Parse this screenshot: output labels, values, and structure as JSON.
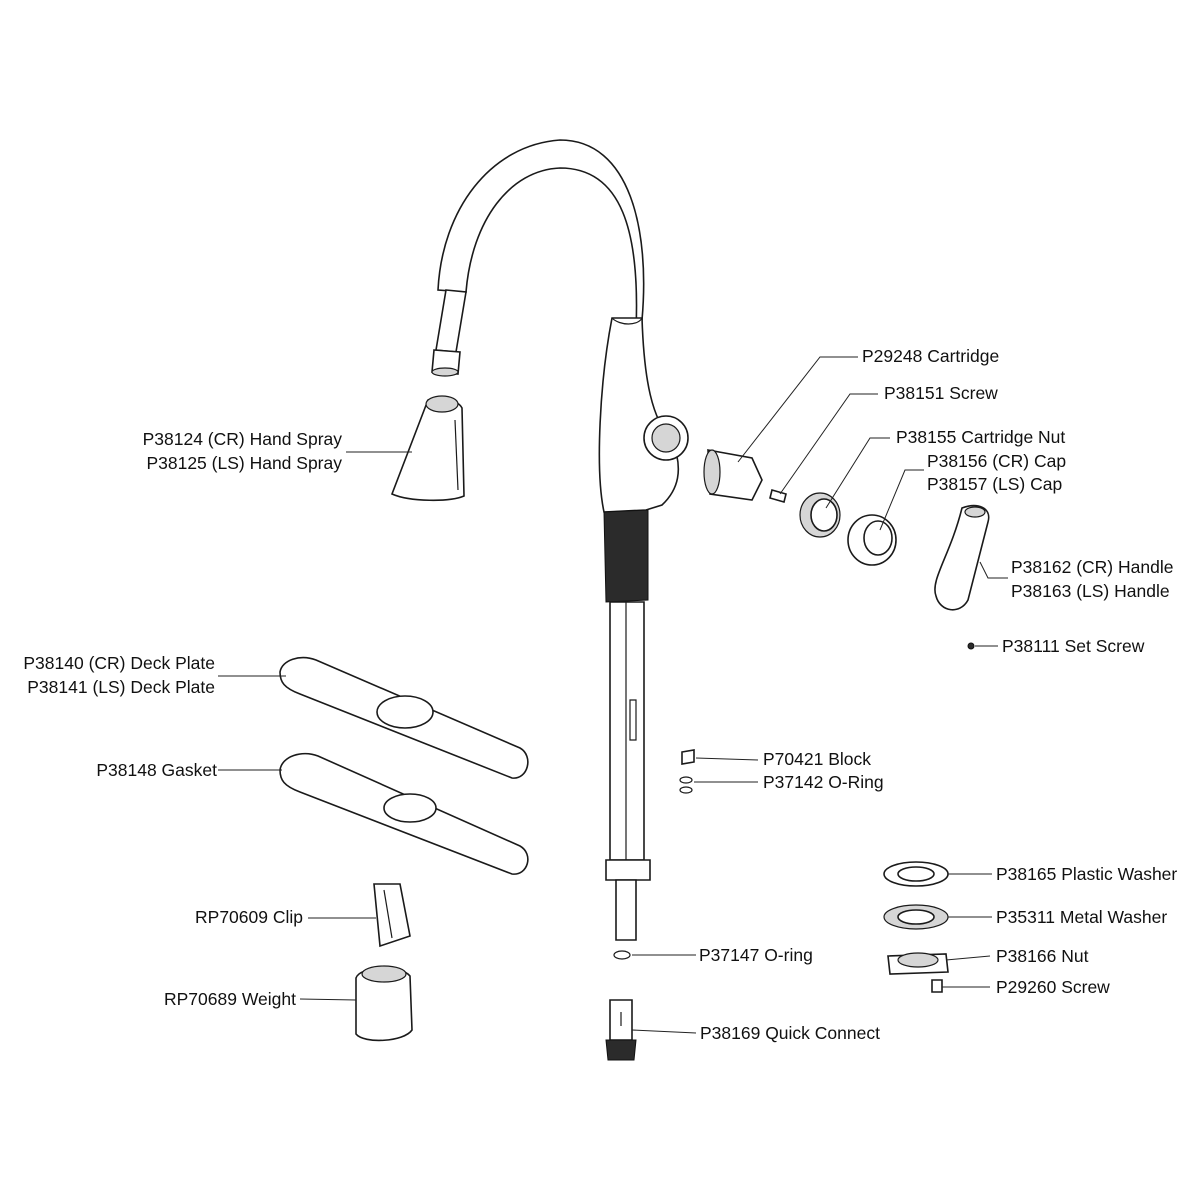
{
  "labels": {
    "cartridge": "P29248 Cartridge",
    "screw": "P38151 Screw",
    "cartridge_nut": "P38155 Cartridge Nut",
    "cap_cr": "P38156 (CR) Cap",
    "cap_ls": "P38157 (LS) Cap",
    "handle_cr": "P38162 (CR) Handle",
    "handle_ls": "P38163 (LS) Handle",
    "set_screw": "P38111 Set Screw",
    "hand_spray_cr": "P38124 (CR) Hand Spray",
    "hand_spray_ls": "P38125 (LS) Hand Spray",
    "deck_plate_cr": "P38140 (CR) Deck Plate",
    "deck_plate_ls": "P38141 (LS) Deck Plate",
    "gasket": "P38148 Gasket",
    "block": "P70421 Block",
    "o_ring_block": "P37142 O-Ring",
    "plastic_washer": "P38165 Plastic Washer",
    "metal_washer": "P35311 Metal Washer",
    "nut": "P38166 Nut",
    "screw_nut": "P29260 Screw",
    "clip": "RP70609 Clip",
    "o_ring_hose": "P37147 O-ring",
    "weight": "RP70689 Weight",
    "quick_connect": "P38169 Quick Connect"
  },
  "colors": {
    "line": "#1a1a1a",
    "hose": "#2b2b2b",
    "text": "#111111",
    "background": "#ffffff"
  }
}
